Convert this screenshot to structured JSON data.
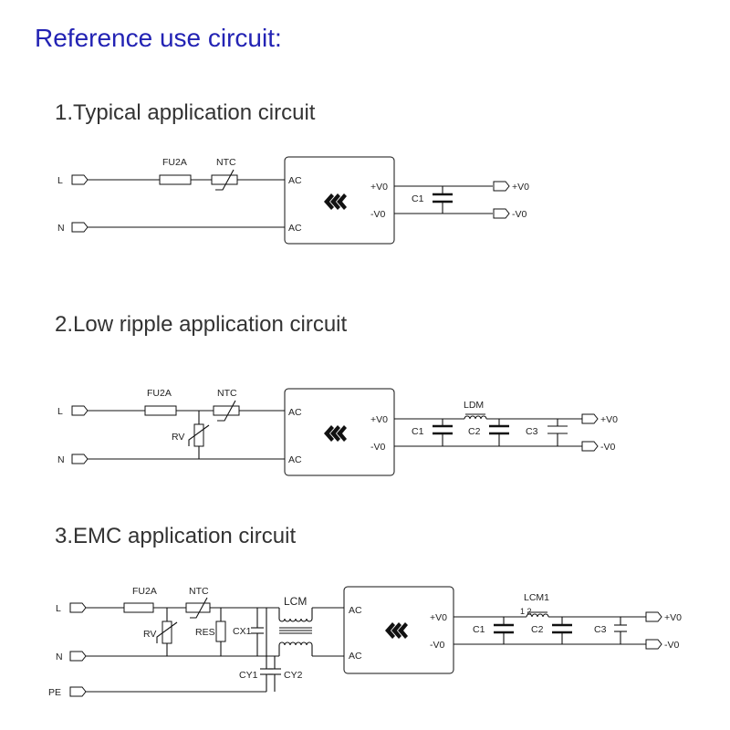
{
  "page": {
    "heading": "Reference use circuit:"
  },
  "sections": [
    {
      "title": "1.Typical application circuit"
    },
    {
      "title": "2.Low ripple application circuit"
    },
    {
      "title": "3.EMC application circuit"
    }
  ],
  "labels": {
    "line": "L",
    "neutral": "N",
    "earth": "PE",
    "fuse": "FU2A",
    "ntc": "NTC",
    "varistor": "RV",
    "resistor": "RES",
    "ac": "AC",
    "vplus_pin": "+V0",
    "vminus_pin": "-V0",
    "out_plus": "+V0",
    "out_minus": "-V0",
    "c1": "C1",
    "c2": "C2",
    "c3": "C3",
    "ldm": "LDM",
    "lcm": "LCM",
    "lcm1": "LCM1",
    "lcm1_pins": "1  2",
    "cx1": "CX1",
    "cy1": "CY1",
    "cy2": "CY2"
  },
  "colors": {
    "heading": "#2323b4",
    "title": "#333333",
    "wire": "#111111"
  },
  "icons": {
    "module_logo": "arrow-logo-icon"
  }
}
